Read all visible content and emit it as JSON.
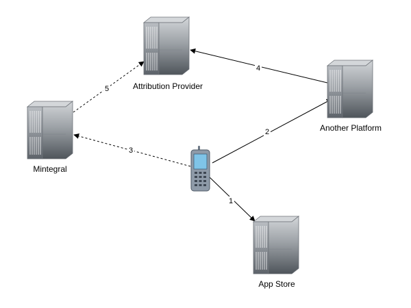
{
  "nodes": {
    "attribution": {
      "label": "Attribution Provider",
      "icon": "server-icon"
    },
    "another": {
      "label": "Another Platform",
      "icon": "server-icon"
    },
    "mintegral": {
      "label": "Mintegral",
      "icon": "server-icon"
    },
    "appstore": {
      "label": "App Store",
      "icon": "server-icon"
    },
    "phone": {
      "icon": "mobile-phone-icon"
    }
  },
  "edges": {
    "e1": {
      "label": "1",
      "from": "phone",
      "to": "appstore",
      "style": "solid"
    },
    "e2": {
      "label": "2",
      "from": "phone",
      "to": "another",
      "style": "solid"
    },
    "e3": {
      "label": "3",
      "from": "phone",
      "to": "mintegral",
      "style": "dashed"
    },
    "e4": {
      "label": "4",
      "from": "another",
      "to": "attribution",
      "style": "solid"
    },
    "e5": {
      "label": "5",
      "from": "mintegral",
      "to": "attribution",
      "style": "dashed"
    }
  },
  "colors": {
    "server_front": "#8a8f96",
    "server_side": "#5f656c",
    "server_top": "#c4c8cc",
    "phone_body": "#8e9aa8",
    "phone_screen": "#7fc4e8",
    "edge": "#000000"
  }
}
